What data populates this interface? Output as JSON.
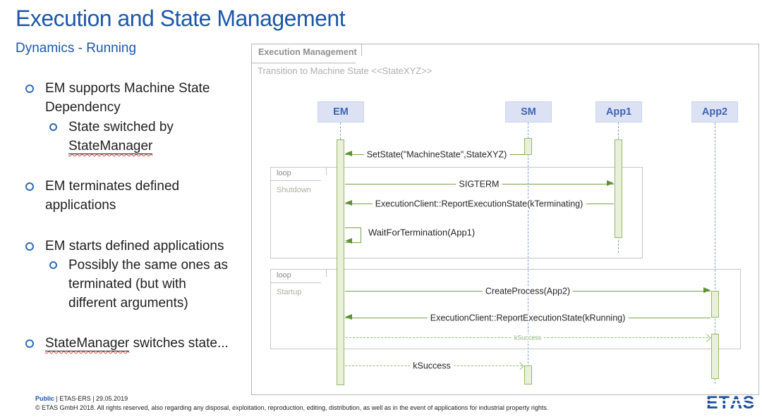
{
  "slide": {
    "title": "Execution and State Management",
    "subtitle": "Dynamics - Running"
  },
  "bullets": {
    "b1": "EM supports Machine State Dependency",
    "b1s_pre": "State switched by ",
    "b1s_u": "StateManager",
    "b2": "EM terminates defined applications",
    "b3": "EM starts defined applications",
    "b3s": "Possibly the same ones as terminated (but with different arguments)",
    "b4_u": "StateManager",
    "b4_post": " switches state..."
  },
  "diagram": {
    "frame_label": "Execution Management",
    "frame_subtitle": "Transition to Machine State <<StateXYZ>>",
    "lifelines": [
      {
        "label": "EM"
      },
      {
        "label": "SM"
      },
      {
        "label": "App1"
      },
      {
        "label": "App2"
      }
    ],
    "fragments": [
      {
        "operator": "loop",
        "guard": "Shutdown"
      },
      {
        "operator": "loop",
        "guard": "Startup"
      }
    ],
    "messages": [
      {
        "from": "SM",
        "to": "EM",
        "style": "solid",
        "label": "SetState(\"MachineState\",StateXYZ)"
      },
      {
        "from": "EM",
        "to": "App1",
        "style": "solid",
        "label": "SIGTERM"
      },
      {
        "from": "App1",
        "to": "EM",
        "style": "solid",
        "label": "ExecutionClient::ReportExecutionState(kTerminating)"
      },
      {
        "from": "EM",
        "to": "EM",
        "style": "self",
        "label": "WaitForTermination(App1)"
      },
      {
        "from": "EM",
        "to": "App2",
        "style": "solid",
        "label": "CreateProcess(App2)"
      },
      {
        "from": "App2",
        "to": "EM",
        "style": "solid",
        "label": "ExecutionClient::ReportExecutionState(kRunning)"
      },
      {
        "from": "EM",
        "to": "App2",
        "style": "dashed-return",
        "label": "kSuccess"
      },
      {
        "from": "EM",
        "to": "SM",
        "style": "dashed-return",
        "label": "kSuccess"
      }
    ]
  },
  "footer": {
    "classification": "Public",
    "meta": " | ETAS-ERS | 29.05.2019",
    "copyright": "© ETAS GmbH 2018. All rights reserved, also regarding any disposal, exploitation, reproduction, editing, distribution, as well as in the event of applications for industrial property rights.",
    "logo": "ETΛS"
  },
  "colors": {
    "accent_blue": "#1e57a8",
    "lifeline_fill": "#dce2f3",
    "lifeline_text": "#3f63b5",
    "activation_fill": "#e9f0da",
    "activation_border": "#93b96d",
    "message_green": "#74a34c",
    "frame_gray": "#b6b6b6"
  }
}
